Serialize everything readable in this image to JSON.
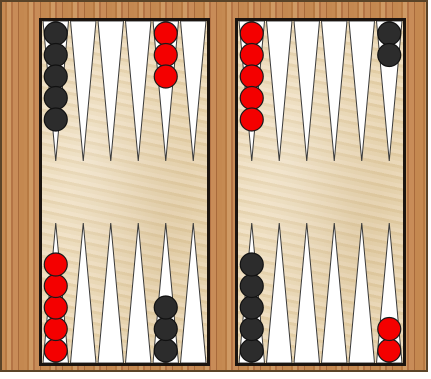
{
  "game": {
    "name": "Backgammon",
    "colors": {
      "light_point": "#ffffff",
      "dark_point_outline": "#3a3a3a",
      "red_checker": "#f40000",
      "black_checker": "#2c2c2c",
      "frame_wood": "#c58a52",
      "playing_field": "#ead8b5"
    },
    "left_half": {
      "top": [
        {
          "point": 1,
          "checkers": 5,
          "color": "black"
        },
        {
          "point": 2,
          "checkers": 0,
          "color": ""
        },
        {
          "point": 3,
          "checkers": 0,
          "color": ""
        },
        {
          "point": 4,
          "checkers": 0,
          "color": ""
        },
        {
          "point": 5,
          "checkers": 3,
          "color": "red"
        },
        {
          "point": 6,
          "checkers": 0,
          "color": ""
        }
      ],
      "bottom": [
        {
          "point": 1,
          "checkers": 5,
          "color": "red"
        },
        {
          "point": 2,
          "checkers": 0,
          "color": ""
        },
        {
          "point": 3,
          "checkers": 0,
          "color": ""
        },
        {
          "point": 4,
          "checkers": 0,
          "color": ""
        },
        {
          "point": 5,
          "checkers": 3,
          "color": "black"
        },
        {
          "point": 6,
          "checkers": 0,
          "color": ""
        }
      ]
    },
    "right_half": {
      "top": [
        {
          "point": 1,
          "checkers": 5,
          "color": "red"
        },
        {
          "point": 2,
          "checkers": 0,
          "color": ""
        },
        {
          "point": 3,
          "checkers": 0,
          "color": ""
        },
        {
          "point": 4,
          "checkers": 0,
          "color": ""
        },
        {
          "point": 5,
          "checkers": 0,
          "color": ""
        },
        {
          "point": 6,
          "checkers": 2,
          "color": "black"
        }
      ],
      "bottom": [
        {
          "point": 1,
          "checkers": 5,
          "color": "black"
        },
        {
          "point": 2,
          "checkers": 0,
          "color": ""
        },
        {
          "point": 3,
          "checkers": 0,
          "color": ""
        },
        {
          "point": 4,
          "checkers": 0,
          "color": ""
        },
        {
          "point": 5,
          "checkers": 0,
          "color": ""
        },
        {
          "point": 6,
          "checkers": 2,
          "color": "red"
        }
      ]
    }
  }
}
